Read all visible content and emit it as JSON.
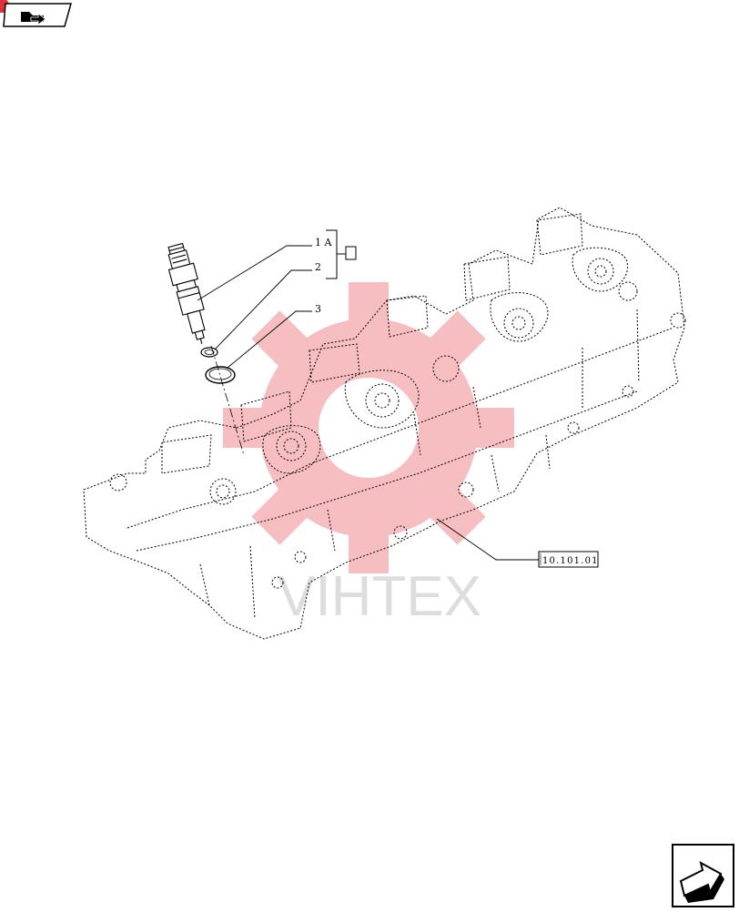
{
  "callouts": {
    "item_1a": "1 A",
    "item_2": "2",
    "item_3": "3"
  },
  "kit_box_label": "",
  "reference_label": "10.101.01",
  "watermark_text": "VIHTEX",
  "icons": {
    "header": "folder-arrow-icon",
    "footer": "next-page-arrow-icon"
  },
  "colors": {
    "line": "#000000",
    "watermark": "#e8474e",
    "badge": "#e0303a"
  }
}
